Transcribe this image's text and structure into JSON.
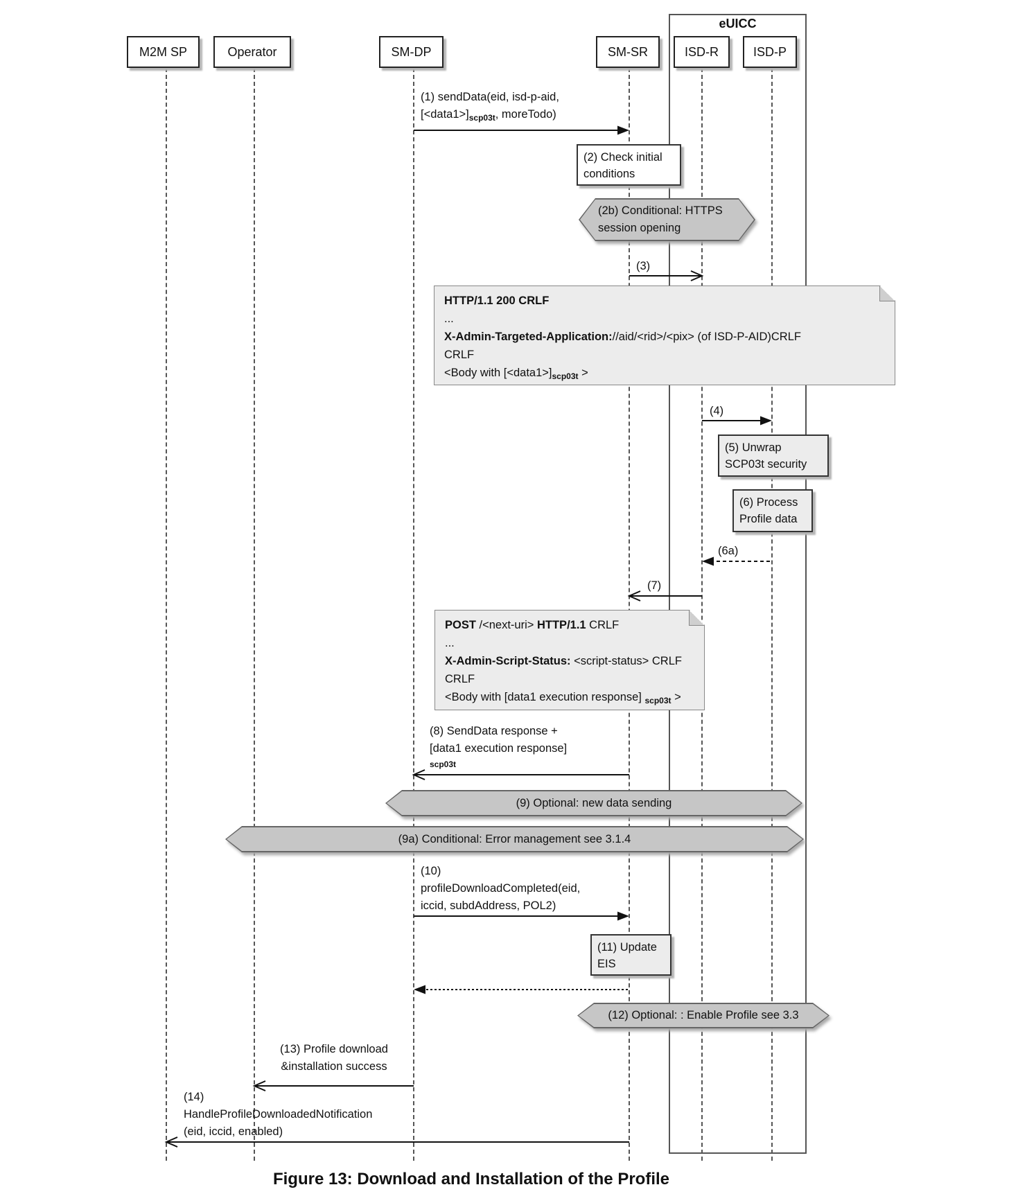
{
  "participants": [
    {
      "label": "M2M SP"
    },
    {
      "label": "Operator"
    },
    {
      "label": "SM-DP"
    },
    {
      "label": "SM-SR"
    },
    {
      "label": "ISD-R"
    },
    {
      "label": "ISD-P"
    }
  ],
  "frame": {
    "label": "eUICC"
  },
  "messages": {
    "m1a": "(1) sendData(eid, isd-p-aid,",
    "m1b": "[<data1>]",
    "m1sub": "scp03t",
    "m1c": ", moreTodo)",
    "m3": "(3)",
    "m4": "(4)",
    "m6a": "(6a)",
    "m7": "(7)",
    "m8a": "(8) SendData response +",
    "m8b": "[data1 execution response]",
    "m8sub": "scp03t",
    "m10a": "(10)",
    "m10b": "profileDownloadCompleted(eid,",
    "m10c": "iccid, subdAddress, POL2)",
    "m13a": "(13) Profile download",
    "m13b": "&installation success",
    "m14a": "(14)",
    "m14b": "HandleProfileDownloadedNotification",
    "m14c": "(eid, iccid, enabled)"
  },
  "notes": {
    "n2a": "(2) Check initial",
    "n2b": "conditions",
    "n5a": "(5) Unwrap",
    "n5b": "SCP03t security",
    "n6a": "(6) Process",
    "n6b": "Profile data",
    "n11a": "(11) Update",
    "n11b": "EIS"
  },
  "hexagons": {
    "h2b_l1": "(2b) Conditional: HTTPS",
    "h2b_l2": "session opening",
    "h9": "(9) Optional: new data sending",
    "h9a": "(9a) Conditional: Error management see 3.1.4",
    "h12": "(12) Optional: : Enable Profile see 3.3"
  },
  "big_notes": {
    "note1": {
      "l1": "HTTP/1.1 200 CRLF",
      "l2": "...",
      "l3_bold": "X-Admin-Targeted-Application:",
      "l3_rest": "//aid/<rid>/<pix> (of ISD-P-AID)CRLF",
      "l4": "CRLF",
      "l5_pre": "<Body with [<data1>]",
      "l5_sub": "scp03t",
      "l5_post": " >"
    },
    "note2": {
      "l1_bold1": "POST",
      "l1_mid": " /<next-uri> ",
      "l1_bold2": "HTTP/1.1",
      "l1_end": " CRLF",
      "l2": "...",
      "l3_bold": "X-Admin-Script-Status:",
      "l3_rest": " <script-status> CRLF",
      "l4": "CRLF",
      "l5_pre": " <Body with [data1 execution response] ",
      "l5_sub": "scp03t",
      "l5_post": " >"
    }
  },
  "caption": "Figure 13: Download and Installation of the Profile",
  "colors": {
    "hex_fill": "#c6c6c6",
    "note_gray": "#ececec",
    "note_white": "#ffffff",
    "line": "#111111"
  }
}
